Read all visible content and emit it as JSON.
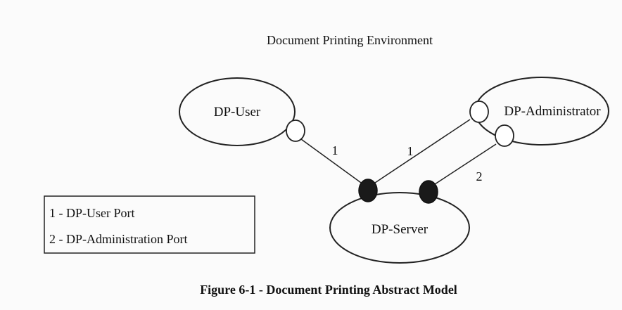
{
  "diagram": {
    "title": "Document Printing Environment",
    "caption": "Figure 6-1 - Document Printing Abstract Model",
    "nodes": {
      "user": "DP-User",
      "administrator": "DP-Administrator",
      "server": "DP-Server"
    },
    "connections": {
      "user_to_server": "1",
      "admin_to_server_user_port": "1",
      "admin_to_server_admin_port": "2"
    },
    "legend": {
      "items": [
        "1 - DP-User Port",
        "2 - DP-Administration Port"
      ]
    }
  }
}
